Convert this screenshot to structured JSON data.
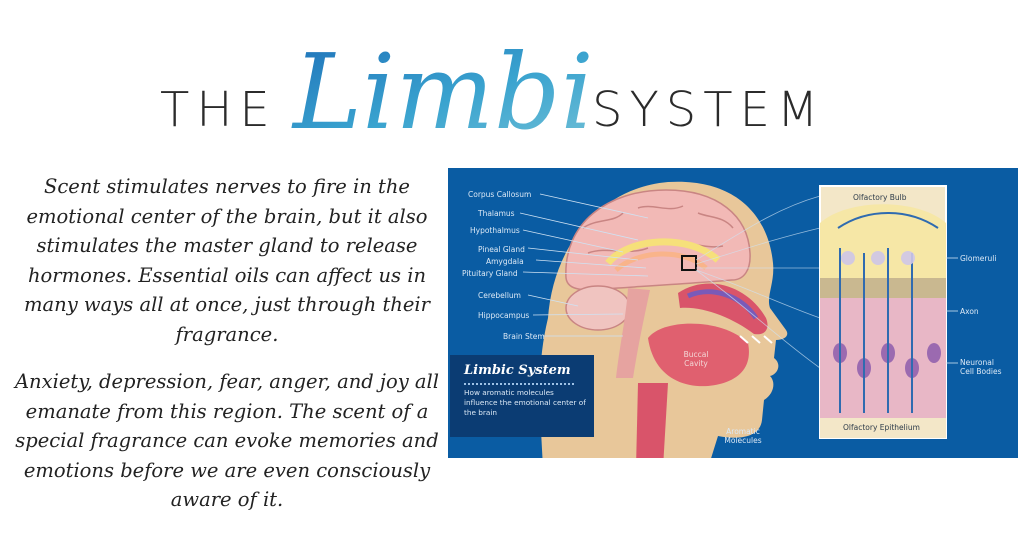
{
  "title": {
    "prefix": "THE",
    "script_word": "Limbic",
    "suffix": "SYSTEM"
  },
  "text": {
    "paragraph_1": "Scent stimulates nerves to fire in the emotional center of the brain, but it also stimulates the master gland to release hormones. Essential oils can affect us in many ways all at once, just through their fragrance.",
    "paragraph_2": "Anxiety, depression, fear, anger, and joy all emanate from this region. The scent of a special fragrance can evoke memories and emotions before we are even consciously aware of it."
  },
  "diagram": {
    "brain_labels": [
      "Corpus Callosum",
      "Thalamus",
      "Hypothalmus",
      "Pineal Gland",
      "Amygdala",
      "Pituitary Gland",
      "Cerebellum",
      "Hippocampus",
      "Brain Stem"
    ],
    "buccal_label": "Buccal Cavity",
    "aromatic_label": "Aromatic Molecules",
    "inset_labels": {
      "top": "Olfactory Bulb",
      "glomeruli": "Glomeruli",
      "axon": "Axon",
      "neuronal": "Neuronal Cell Bodies",
      "bottom": "Olfactory Epithelium"
    },
    "panel": {
      "title": "Limbic System",
      "description": "How aromatic molecules influence the emotional center of the brain"
    }
  },
  "colors": {
    "diagram_bg": "#0a5ca3",
    "title_script": "#2a8fc4",
    "title_text": "#2b2b2b",
    "skin": "#e8c79a",
    "brain": "#f2b9b6",
    "tissue": "#d9546a"
  }
}
